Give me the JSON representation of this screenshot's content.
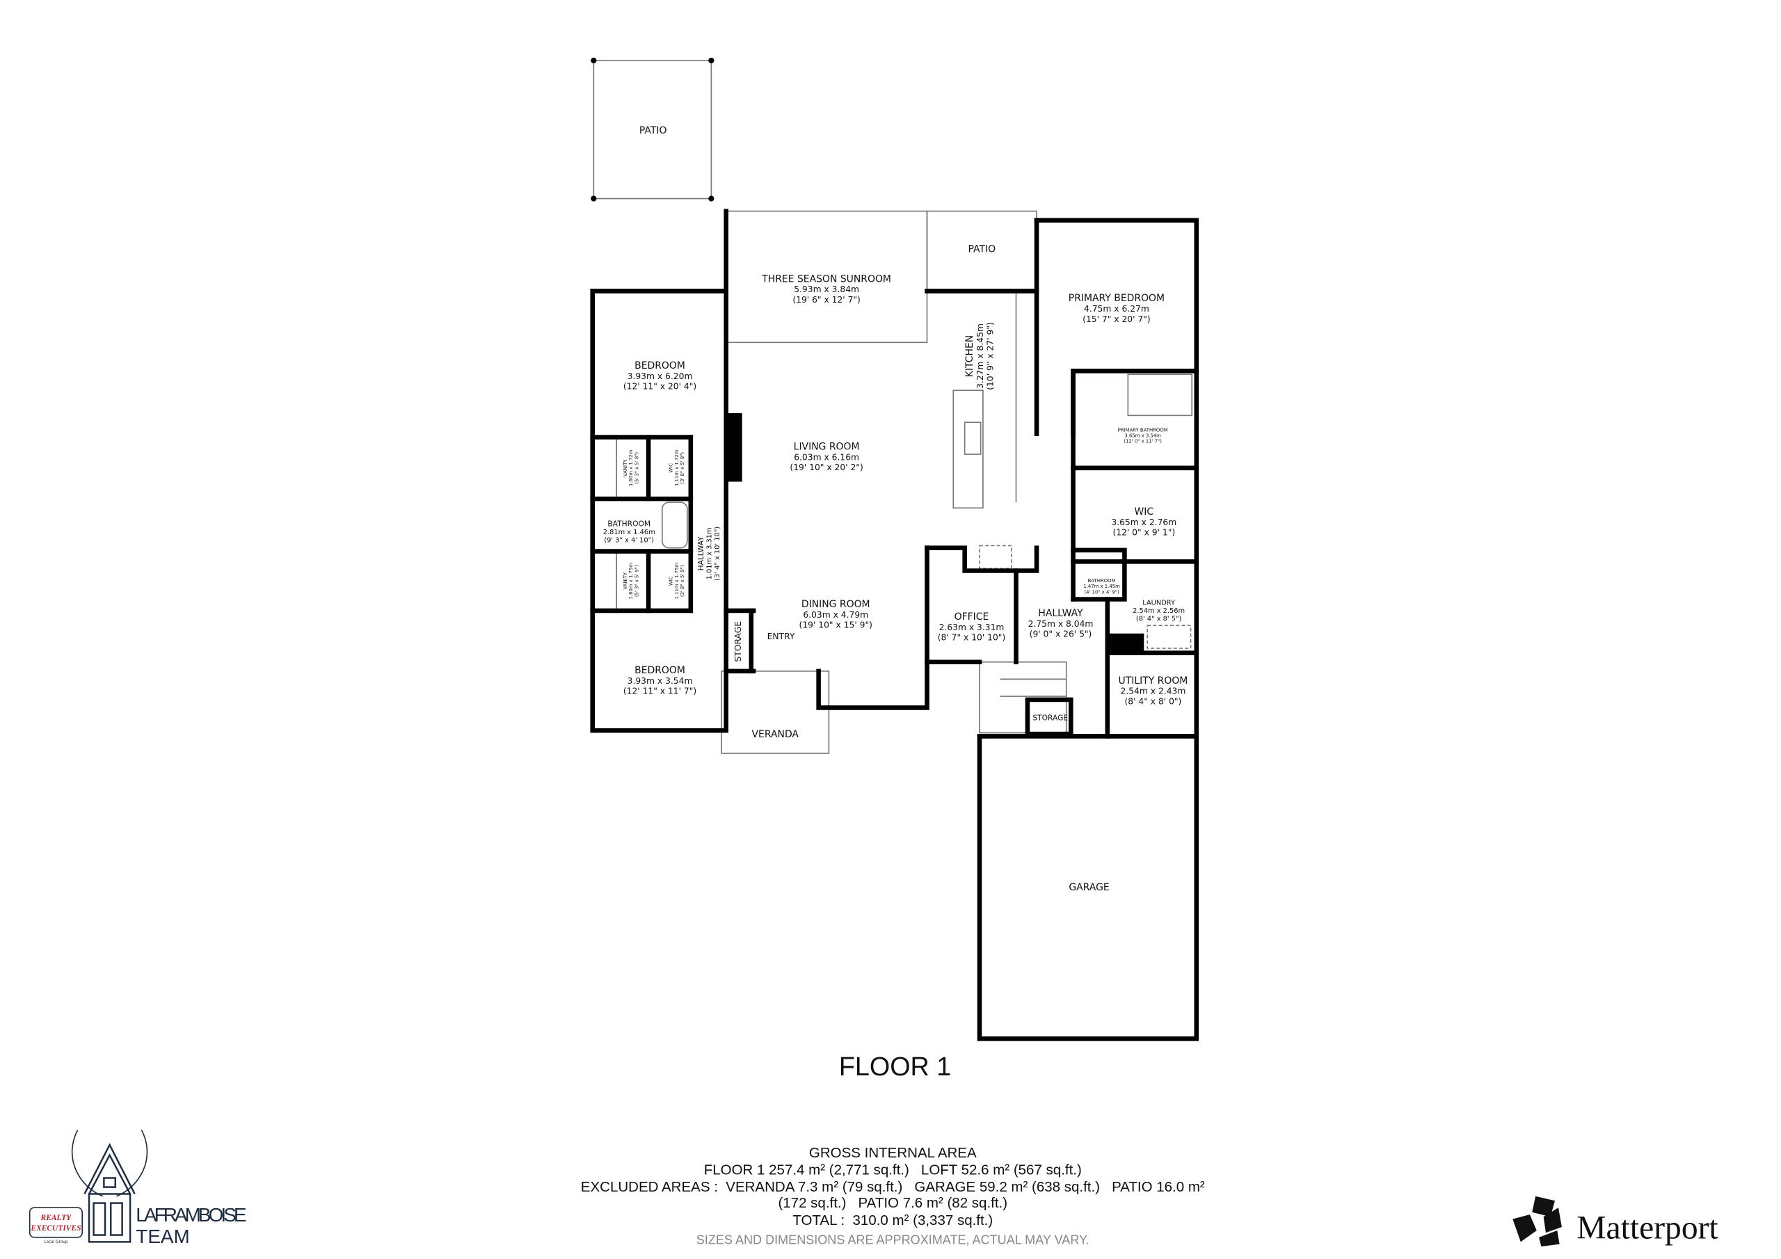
{
  "rooms": {
    "patio_top": {
      "name": "PATIO"
    },
    "patio_mid": {
      "name": "PATIO"
    },
    "sunroom": {
      "name": "THREE SEASON SUNROOM",
      "metric": "5.93m x 3.84m",
      "imperial": "(19' 6\" x 12' 7\")"
    },
    "primary_bedroom": {
      "name": "PRIMARY BEDROOM",
      "metric": "4.75m x 6.27m",
      "imperial": "(15' 7\" x 20' 7\")"
    },
    "bedroom_1": {
      "name": "BEDROOM",
      "metric": "3.93m x 6.20m",
      "imperial": "(12' 11\" x 20' 4\")"
    },
    "kitchen": {
      "name": "KITCHEN",
      "metric": "3.27m x 8.45m",
      "imperial": "(10' 9\" x 27' 9\")"
    },
    "living_room": {
      "name": "LIVING ROOM",
      "metric": "6.03m x 6.16m",
      "imperial": "(19' 10\" x 20' 2\")"
    },
    "vanity_1": {
      "name": "VANITY",
      "metric": "1.60m x 1.72m",
      "imperial": "(5' 3\" x 5' 8\")"
    },
    "wic_1": {
      "name": "WIC",
      "metric": "1.11m x 1.72m",
      "imperial": "(3' 8\" x 5' 8\")"
    },
    "bathroom_1": {
      "name": "BATHROOM",
      "metric": "2.81m x 1.46m",
      "imperial": "(9' 3\" x 4' 10\")"
    },
    "vanity_2": {
      "name": "VANITY",
      "metric": "1.60m x 1.75m",
      "imperial": "(5' 3\" x 5' 9\")"
    },
    "wic_2": {
      "name": "WIC",
      "metric": "1.11m x 1.75m",
      "imperial": "(3' 8\" x 5' 9\")"
    },
    "hallway_1": {
      "name": "HALLWAY",
      "metric": "1.01m x 3.31m",
      "imperial": "(3' 4\" x 10' 10\")"
    },
    "primary_bathroom": {
      "name": "PRIMARY BATHROOM",
      "metric": "3.65m x 3.54m",
      "imperial": "(12' 0\" x 11' 7\")"
    },
    "wic_primary": {
      "name": "WIC",
      "metric": "3.65m x 2.76m",
      "imperial": "(12' 0\" x 9' 1\")"
    },
    "bathroom_2": {
      "name": "BATHROOM",
      "metric": "1.47m x 1.45m",
      "imperial": "(4' 10\" x 4' 9\")"
    },
    "laundry": {
      "name": "LAUNDRY",
      "metric": "2.54m x 2.56m",
      "imperial": "(8' 4\" x 8' 5\")"
    },
    "dining_room": {
      "name": "DINING ROOM",
      "metric": "6.03m x 4.79m",
      "imperial": "(19' 10\" x 15' 9\")"
    },
    "office": {
      "name": "OFFICE",
      "metric": "2.63m x 3.31m",
      "imperial": "(8' 7\" x 10' 10\")"
    },
    "hallway_2": {
      "name": "HALLWAY",
      "metric": "2.75m x 8.04m",
      "imperial": "(9' 0\" x 26' 5\")"
    },
    "storage_1": {
      "name": "STORAGE"
    },
    "entry": {
      "name": "ENTRY"
    },
    "bedroom_2": {
      "name": "BEDROOM",
      "metric": "3.93m x 3.54m",
      "imperial": "(12' 11\" x 11' 7\")"
    },
    "utility_room": {
      "name": "UTILITY ROOM",
      "metric": "2.54m x 2.43m",
      "imperial": "(8' 4\" x 8' 0\")"
    },
    "storage_2": {
      "name": "STORAGE"
    },
    "veranda": {
      "name": "VERANDA"
    },
    "garage": {
      "name": "GARAGE"
    }
  },
  "floor_title": "FLOOR 1",
  "area_summary": {
    "heading": "GROSS INTERNAL AREA",
    "line1": "FLOOR 1 257.4 m² (2,771 sq.ft.)   LOFT 52.6 m² (567 sq.ft.)",
    "line2": "EXCLUDED AREAS :  VERANDA 7.3 m² (79 sq.ft.)   GARAGE 59.2 m² (638 sq.ft.)   PATIO 16.0 m²",
    "line3": "(172 sq.ft.)   PATIO 7.6 m² (82 sq.ft.)",
    "total": "TOTAL :  310.0 m² (3,337 sq.ft.)",
    "disclaimer": "SIZES AND DIMENSIONS ARE APPROXIMATE, ACTUAL MAY VARY."
  },
  "branding": {
    "team_line1": "LAFRAMBOISE",
    "team_line2": "TEAM",
    "realty_line1": "REALTY",
    "realty_line2": "EXECUTIVES",
    "realty_sub": "Local Group",
    "matterport": "Matterport",
    "team_color": "#1c2d44",
    "realty_color": "#c0202a"
  }
}
